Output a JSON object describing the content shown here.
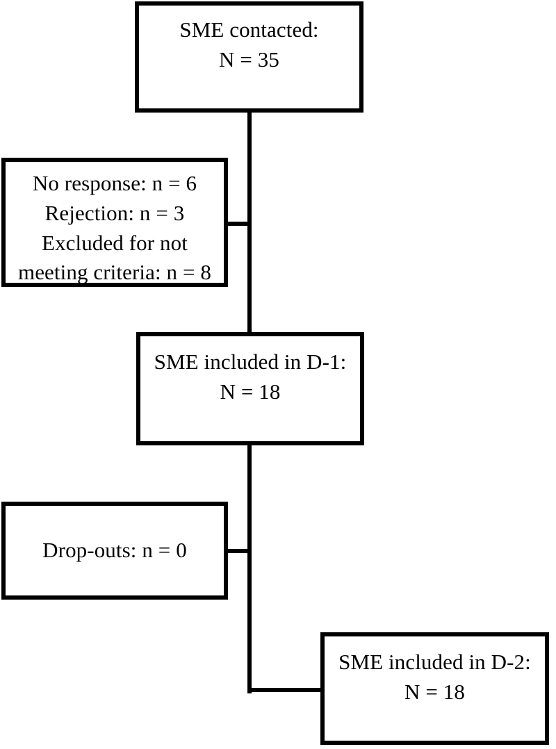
{
  "diagram": {
    "title": "SME study participation flow",
    "type": "flowchart",
    "stroke_color": "#000000",
    "background_color": "#ffffff",
    "nodes": [
      {
        "id": "sme-contacted",
        "role": "enrollment-start",
        "lines": [
          "SME contacted:",
          "N = 35"
        ],
        "line1": "SME contacted:",
        "line2": "N = 35",
        "count_label": "N",
        "count": 35
      },
      {
        "id": "exclusions",
        "role": "exclusion-reasons",
        "lines": [
          "No response: n = 6",
          "Rejection: n = 3",
          "Excluded for not",
          "meeting criteria: n = 8"
        ],
        "line1": "No response: n = 6",
        "line2": "Rejection: n = 3",
        "line3": "Excluded for not",
        "line4": "meeting criteria: n = 8",
        "no_response": 6,
        "rejection": 3,
        "excluded_not_meeting_criteria": 8
      },
      {
        "id": "sme-d1",
        "role": "round-1-included",
        "lines": [
          "SME included in D-1:",
          "N = 18"
        ],
        "line1": "SME included in D-1:",
        "line2": "N = 18",
        "count_label": "N",
        "count": 18
      },
      {
        "id": "dropouts",
        "role": "round-1-dropouts",
        "lines": [
          "Drop-outs: n = 0"
        ],
        "line1": "Drop-outs: n = 0",
        "count_label": "n",
        "count": 0
      },
      {
        "id": "sme-d2",
        "role": "round-2-included",
        "lines": [
          "SME included in D-2:",
          "N = 18"
        ],
        "line1": "SME included in D-2:",
        "line2": "N = 18",
        "count_label": "N",
        "count": 18
      }
    ],
    "edges": [
      {
        "id": "trunk",
        "from": "sme-contacted",
        "to": "sme-d2",
        "orientation": "vertical"
      },
      {
        "id": "exclusions",
        "from": "trunk",
        "to": "exclusions",
        "orientation": "horizontal"
      },
      {
        "id": "dropouts",
        "from": "trunk",
        "to": "dropouts",
        "orientation": "horizontal"
      },
      {
        "id": "to-d2",
        "from": "trunk",
        "to": "sme-d2",
        "orientation": "horizontal"
      }
    ]
  }
}
